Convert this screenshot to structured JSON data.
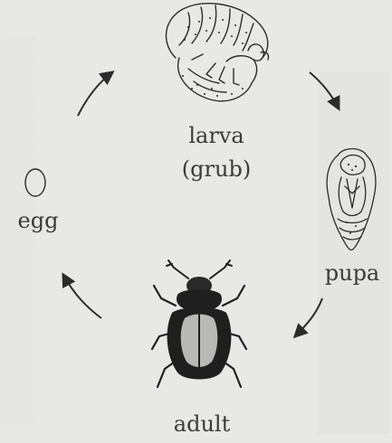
{
  "diagram": {
    "stages": {
      "larva": {
        "label_line1": "larva",
        "label_line2": "(grub)"
      },
      "pupa": {
        "label": "pupa"
      },
      "adult": {
        "label": "adult"
      },
      "egg": {
        "label": "egg"
      }
    },
    "colors": {
      "background": "#e9e9e7",
      "ink": "#2b2b2b",
      "text": "#3a3a3a"
    },
    "icons": {
      "larva": "grub-larva-illustration",
      "pupa": "pupa-illustration",
      "adult": "beetle-adult-illustration",
      "egg": "egg-oval-illustration",
      "arrows": "curved-arrow-icon"
    }
  }
}
